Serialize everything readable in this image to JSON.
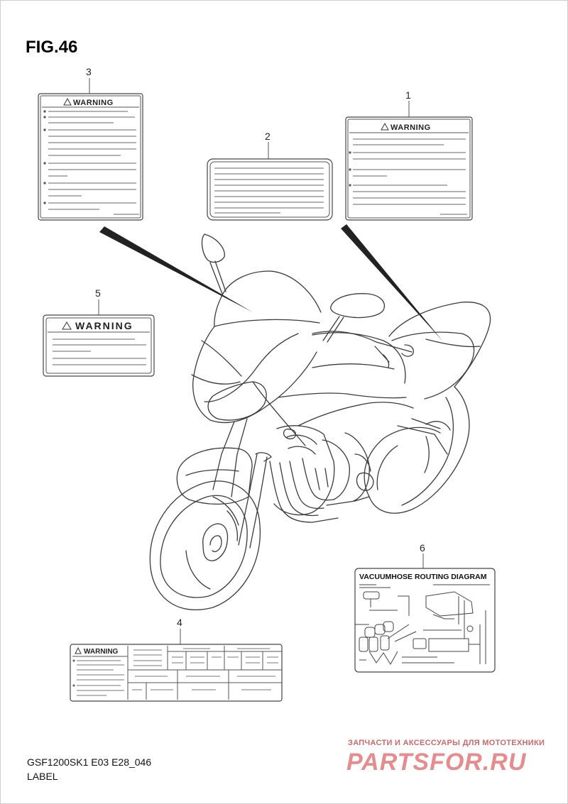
{
  "figure": {
    "title": "FIG.46"
  },
  "callouts": [
    "1",
    "2",
    "3",
    "4",
    "5",
    "6"
  ],
  "labels": {
    "label_1": {
      "warning_text": "WARNING"
    },
    "label_3": {
      "warning_text": "WARNING"
    },
    "label_4": {
      "warning_text": "WARNING"
    },
    "label_5": {
      "warning_text": "WARNING"
    },
    "label_6": {
      "heading": "VACUUMHOSE ROUTING DIAGRAM"
    }
  },
  "footer": {
    "model_code": "GSF1200SK1 E03 E28_046",
    "section": "LABEL"
  },
  "watermark": {
    "tagline": "ЗАПЧАСТИ И АКСЕССУАРЫ ДЛЯ МОТОТЕХНИКИ",
    "brand": "PARTSFOR.RU"
  },
  "colors": {
    "line": "#444444",
    "watermark": "#e58c8e"
  }
}
